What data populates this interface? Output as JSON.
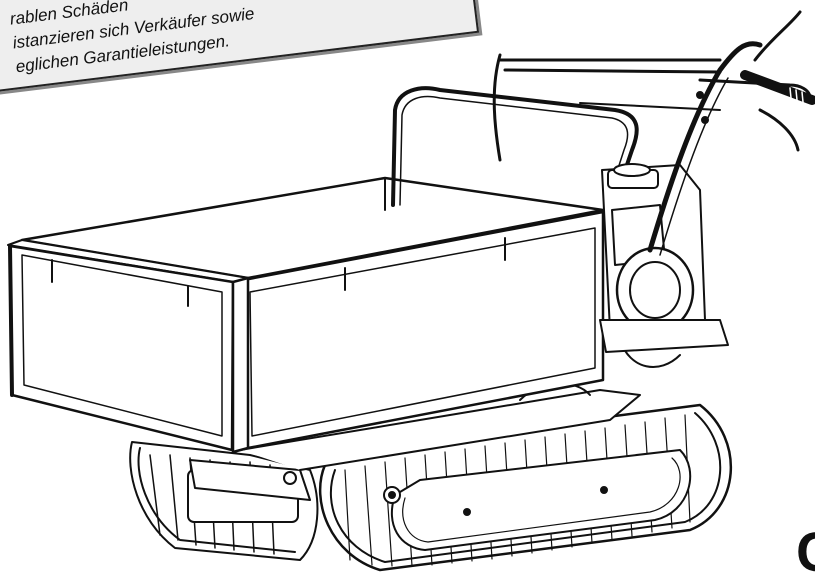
{
  "notice": {
    "lines": [
      "rablen Schäden",
      "istanzieren sich Verkäufer sowie",
      "eglichen Garantieleistungen."
    ]
  },
  "illustration": {
    "subject": "tracked-mini-dumper",
    "stroke_color": "#111111"
  },
  "corner_mark": "C"
}
